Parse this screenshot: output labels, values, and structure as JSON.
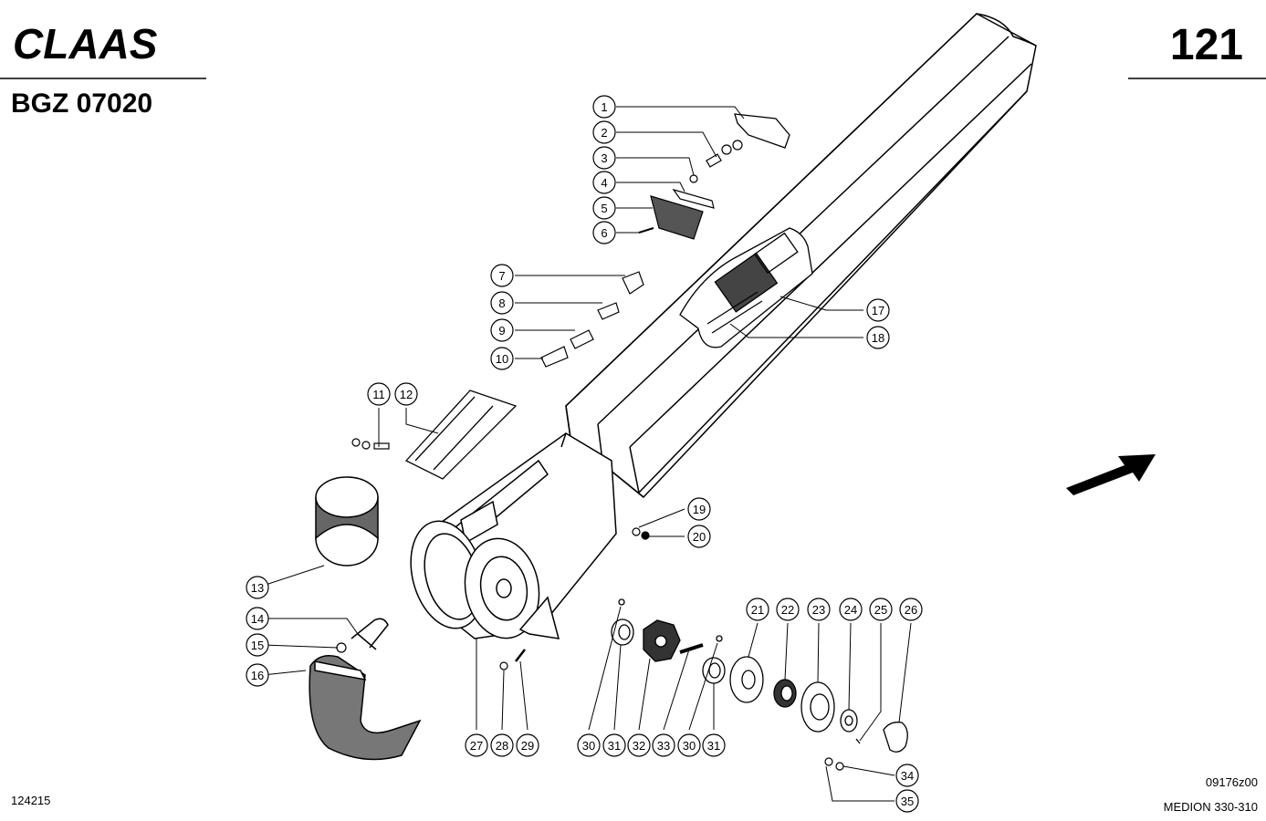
{
  "header": {
    "brand": "CLAAS",
    "group_code": "BGZ 07020",
    "page_number": "121"
  },
  "footer": {
    "left_code": "124215",
    "drawing_code": "09176z00",
    "model": "MEDION 330-310"
  },
  "callouts": [
    "1",
    "2",
    "3",
    "4",
    "5",
    "6",
    "7",
    "8",
    "9",
    "10",
    "11",
    "12",
    "13",
    "14",
    "15",
    "16",
    "17",
    "18",
    "19",
    "20",
    "21",
    "22",
    "23",
    "24",
    "25",
    "26",
    "27",
    "28",
    "29",
    "30",
    "31",
    "32",
    "33",
    "30",
    "31",
    "34",
    "35"
  ]
}
